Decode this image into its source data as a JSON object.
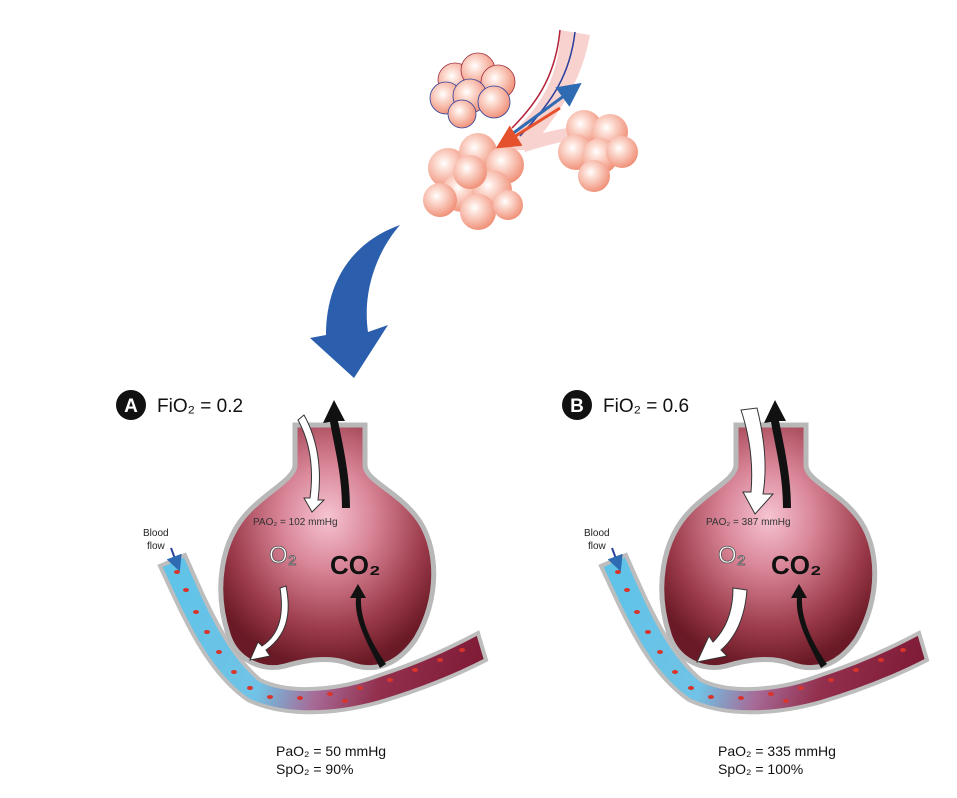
{
  "colors": {
    "big_arrow": "#2b5fae",
    "alveolus_dark": "#6e1f2a",
    "alveolus_light": "#f2b8c6",
    "capillary_venous": "#5ec3e8",
    "capillary_arterial": "#8e1e3c",
    "rbc": "#d8342c",
    "cluster_cell": "#f4a28e"
  },
  "panels": [
    {
      "badge": "A",
      "fio2_label": "FiO₂ = 0.2",
      "pao2_label": "PAO₂ = 102 mmHg",
      "blood_flow_line1": "Blood",
      "blood_flow_line2": "flow",
      "gas_o2": "O₂",
      "gas_co2": "CO₂",
      "pao2_blood": "PaO₂ = 50 mmHg",
      "spo2": "SpO₂ = 90%"
    },
    {
      "badge": "B",
      "fio2_label": "FiO₂ = 0.6",
      "pao2_label": "PAO₂ = 387 mmHg",
      "blood_flow_line1": "Blood",
      "blood_flow_line2": "flow",
      "gas_o2": "O₂",
      "gas_co2": "CO₂",
      "pao2_blood": "PaO₂ = 335 mmHg",
      "spo2": "SpO₂ = 100%"
    }
  ]
}
